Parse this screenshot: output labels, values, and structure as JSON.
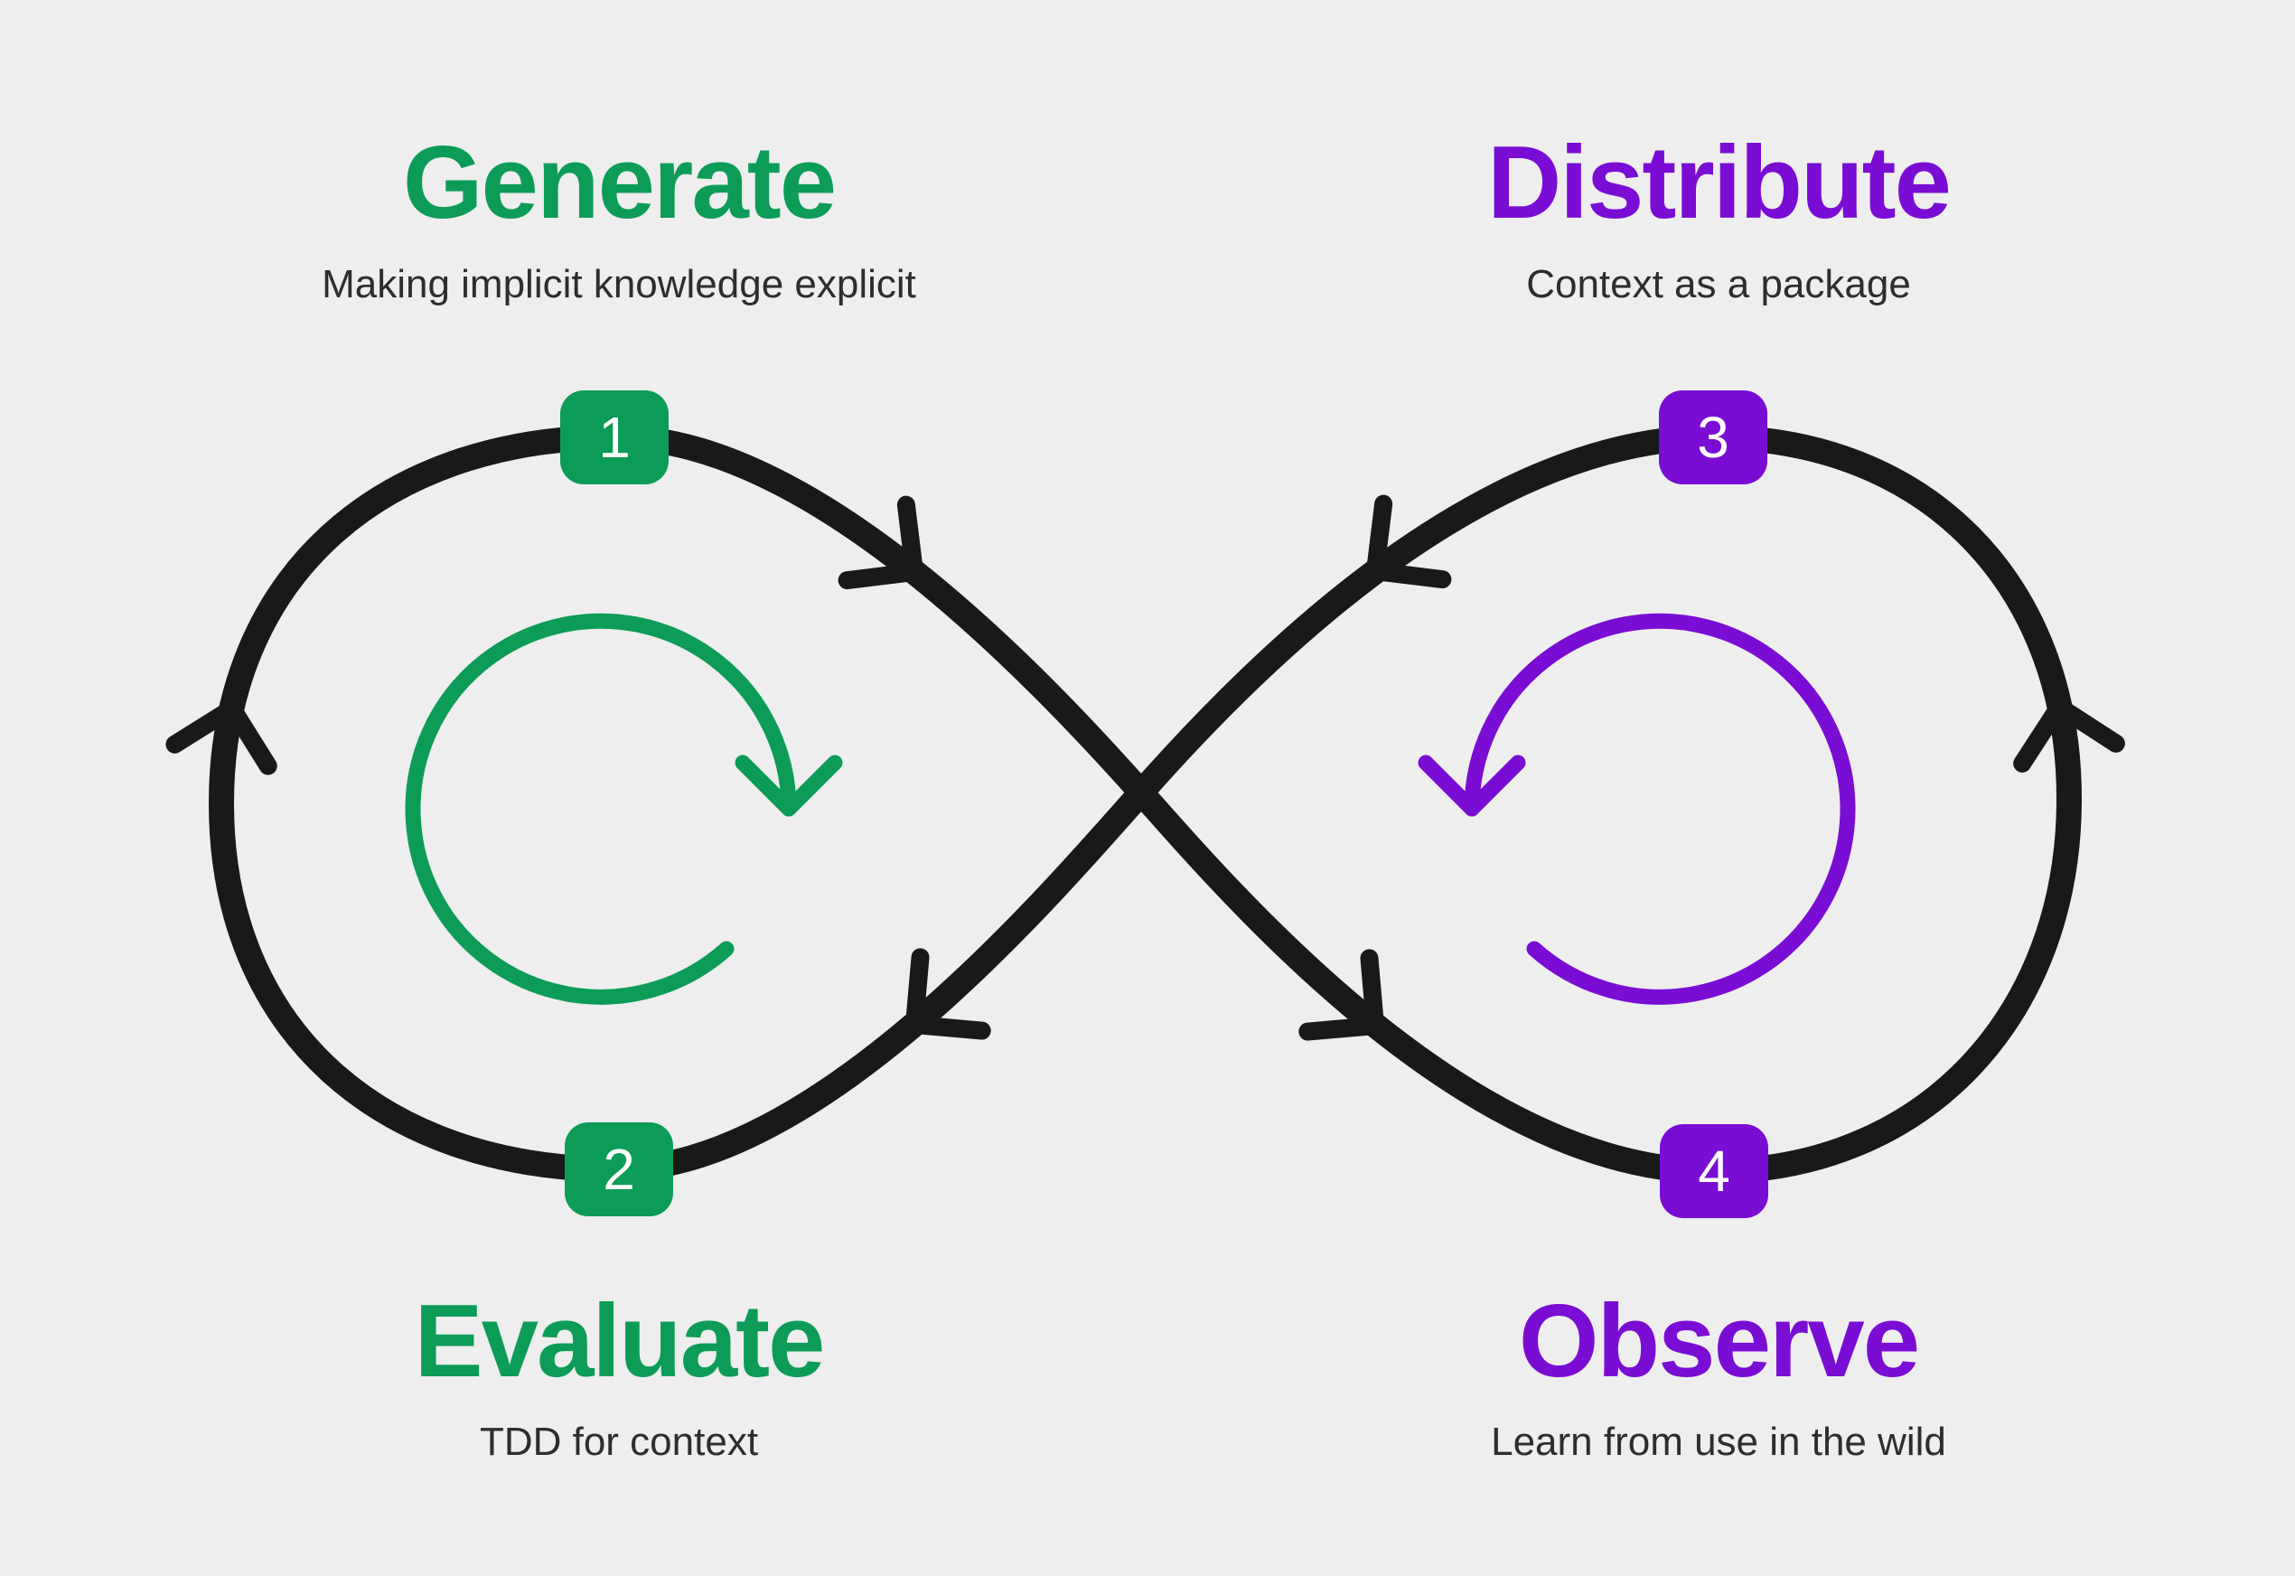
{
  "palette": {
    "green": "#0c9c58",
    "purple": "#7a0dd4",
    "ink": "#191919",
    "subtext": "#2d2d2d",
    "bg": "#eeeeee",
    "badge-text": "#ffffff"
  },
  "stages": [
    {
      "id": "generate",
      "title": "Generate",
      "subtitle": "Making implicit knowledge explicit"
    },
    {
      "id": "distribute",
      "title": "Distribute",
      "subtitle": "Context as a package"
    },
    {
      "id": "evaluate",
      "title": "Evaluate",
      "subtitle": "TDD for context"
    },
    {
      "id": "observe",
      "title": "Observe",
      "subtitle": "Learn from use in the wild"
    }
  ],
  "badges": [
    {
      "label": "1"
    },
    {
      "label": "2"
    },
    {
      "label": "3"
    },
    {
      "label": "4"
    }
  ],
  "icons": {
    "loop": "infinity-loop-icon",
    "left_cycle": "clockwise-cycle-icon",
    "right_cycle": "counterclockwise-cycle-icon",
    "flow": "flow-arrowhead-icon"
  }
}
